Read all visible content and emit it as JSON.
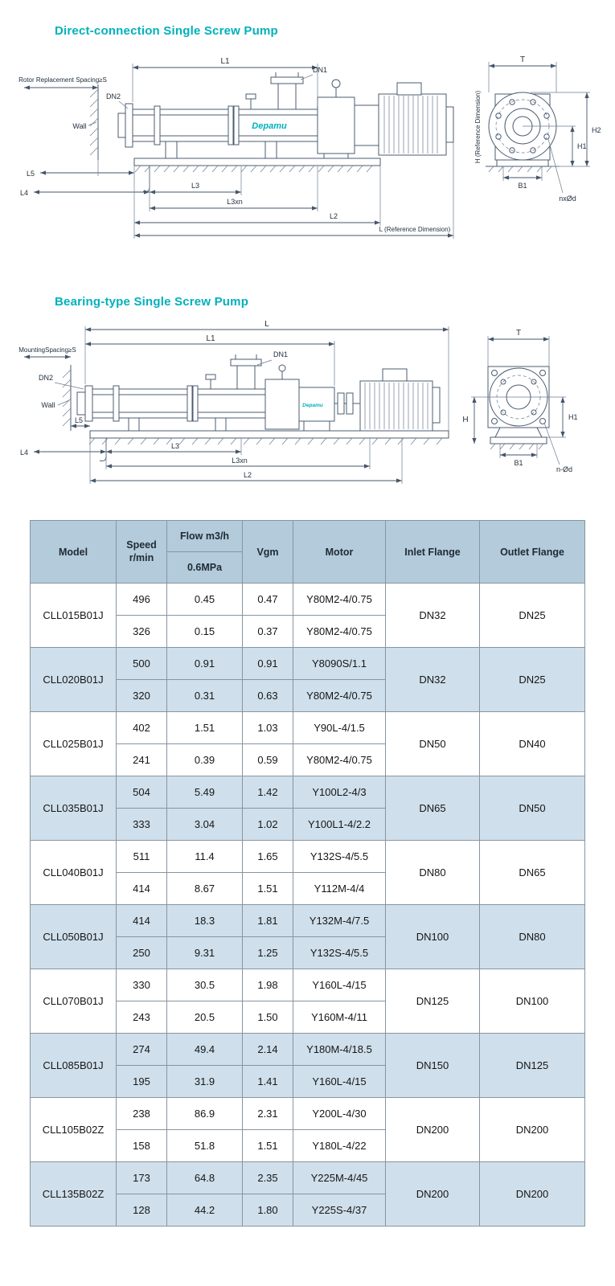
{
  "sections": {
    "direct": {
      "title": "Direct-connection Single Screw Pump"
    },
    "bearing": {
      "title": "Bearing-type Single Screw Pump"
    }
  },
  "colors": {
    "accent": "#00b1bb",
    "drawing_line": "#4b5c72",
    "table_header_bg": "#b3cbdb",
    "table_alt_row_bg": "#cfdfeb"
  },
  "diagram1": {
    "brand": "Depamu",
    "labels": {
      "spacing": "Rotor Replacement Spacing≥S",
      "dn2": "DN2",
      "wall": "Wall",
      "l1": "L1",
      "dn1": "DN1",
      "l5": "L5",
      "l4": "L4",
      "l3": "L3",
      "l3xn": "L3xn",
      "l2": "L2",
      "l_ref": "L (Reference Dimension)",
      "t": "T",
      "h_ref": "H (Reference Dimension)",
      "h2": "H2",
      "h1": "H1",
      "b1": "B1",
      "nxod": "nxØd"
    }
  },
  "diagram2": {
    "brand": "Depamu",
    "labels": {
      "spacing": "MountingSpacing≥S",
      "dn2": "DN2",
      "wall": "Wall",
      "l": "L",
      "l1": "L1",
      "dn1": "DN1",
      "l5": "L5",
      "l4": "L4",
      "l3": "L3",
      "l3xn": "L3xn",
      "l2": "L2",
      "t": "T",
      "h": "H",
      "h1": "H1",
      "b1": "B1",
      "nod": "n-Ød"
    }
  },
  "table": {
    "headers": {
      "model": "Model",
      "speed": "Speed\nr/min",
      "flow": "Flow m3/h",
      "pressure": "0.6MPa",
      "vgm": "Vgm",
      "motor": "Motor",
      "inlet": "Inlet Flange",
      "outlet": "Outlet Flange"
    },
    "groups": [
      {
        "model": "CLL015B01J",
        "inlet": "DN32",
        "outlet": "DN25",
        "rows": [
          {
            "speed": "496",
            "flow": "0.45",
            "vgm": "0.47",
            "motor": "Y80M2-4/0.75"
          },
          {
            "speed": "326",
            "flow": "0.15",
            "vgm": "0.37",
            "motor": "Y80M2-4/0.75"
          }
        ]
      },
      {
        "model": "CLL020B01J",
        "inlet": "DN32",
        "outlet": "DN25",
        "rows": [
          {
            "speed": "500",
            "flow": "0.91",
            "vgm": "0.91",
            "motor": "Y8090S/1.1"
          },
          {
            "speed": "320",
            "flow": "0.31",
            "vgm": "0.63",
            "motor": "Y80M2-4/0.75"
          }
        ]
      },
      {
        "model": "CLL025B01J",
        "inlet": "DN50",
        "outlet": "DN40",
        "rows": [
          {
            "speed": "402",
            "flow": "1.51",
            "vgm": "1.03",
            "motor": "Y90L-4/1.5"
          },
          {
            "speed": "241",
            "flow": "0.39",
            "vgm": "0.59",
            "motor": "Y80M2-4/0.75"
          }
        ]
      },
      {
        "model": "CLL035B01J",
        "inlet": "DN65",
        "outlet": "DN50",
        "rows": [
          {
            "speed": "504",
            "flow": "5.49",
            "vgm": "1.42",
            "motor": "Y100L2-4/3"
          },
          {
            "speed": "333",
            "flow": "3.04",
            "vgm": "1.02",
            "motor": "Y100L1-4/2.2"
          }
        ]
      },
      {
        "model": "CLL040B01J",
        "inlet": "DN80",
        "outlet": "DN65",
        "rows": [
          {
            "speed": "511",
            "flow": "11.4",
            "vgm": "1.65",
            "motor": "Y132S-4/5.5"
          },
          {
            "speed": "414",
            "flow": "8.67",
            "vgm": "1.51",
            "motor": "Y112M-4/4"
          }
        ]
      },
      {
        "model": "CLL050B01J",
        "inlet": "DN100",
        "outlet": "DN80",
        "rows": [
          {
            "speed": "414",
            "flow": "18.3",
            "vgm": "1.81",
            "motor": "Y132M-4/7.5"
          },
          {
            "speed": "250",
            "flow": "9.31",
            "vgm": "1.25",
            "motor": "Y132S-4/5.5"
          }
        ]
      },
      {
        "model": "CLL070B01J",
        "inlet": "DN125",
        "outlet": "DN100",
        "rows": [
          {
            "speed": "330",
            "flow": "30.5",
            "vgm": "1.98",
            "motor": "Y160L-4/15"
          },
          {
            "speed": "243",
            "flow": "20.5",
            "vgm": "1.50",
            "motor": "Y160M-4/11"
          }
        ]
      },
      {
        "model": "CLL085B01J",
        "inlet": "DN150",
        "outlet": "DN125",
        "rows": [
          {
            "speed": "274",
            "flow": "49.4",
            "vgm": "2.14",
            "motor": "Y180M-4/18.5"
          },
          {
            "speed": "195",
            "flow": "31.9",
            "vgm": "1.41",
            "motor": "Y160L-4/15"
          }
        ]
      },
      {
        "model": "CLL105B02Z",
        "inlet": "DN200",
        "outlet": "DN200",
        "rows": [
          {
            "speed": "238",
            "flow": "86.9",
            "vgm": "2.31",
            "motor": "Y200L-4/30"
          },
          {
            "speed": "158",
            "flow": "51.8",
            "vgm": "1.51",
            "motor": "Y180L-4/22"
          }
        ]
      },
      {
        "model": "CLL135B02Z",
        "inlet": "DN200",
        "outlet": "DN200",
        "rows": [
          {
            "speed": "173",
            "flow": "64.8",
            "vgm": "2.35",
            "motor": "Y225M-4/45"
          },
          {
            "speed": "128",
            "flow": "44.2",
            "vgm": "1.80",
            "motor": "Y225S-4/37"
          }
        ]
      }
    ]
  }
}
